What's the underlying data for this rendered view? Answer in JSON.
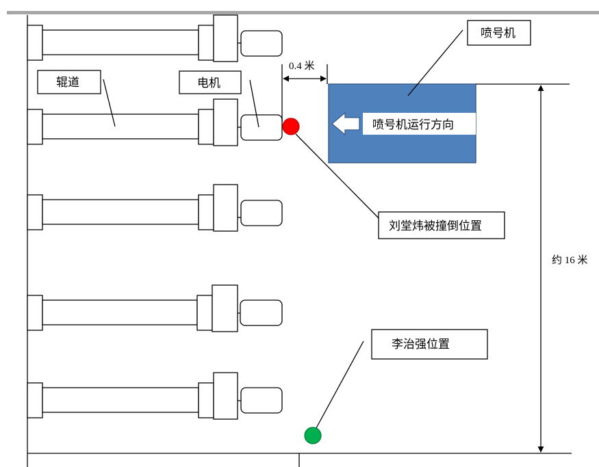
{
  "labels": {
    "roller": "辊道",
    "motor": "电机",
    "sprayer": "喷号机",
    "sprayer_direction": "喷号机运行方向",
    "gap": "0.4 米",
    "length": "约 16 米",
    "liu_position": "刘堂炜被撞倒位置",
    "li_position": "李治强位置"
  },
  "colors": {
    "top_border": "#a6a6a6",
    "sprayer_fill": "#4f81bd",
    "sprayer_stroke": "#385d8a",
    "liu_marker": "#ff0000",
    "li_marker": "#00b050"
  }
}
